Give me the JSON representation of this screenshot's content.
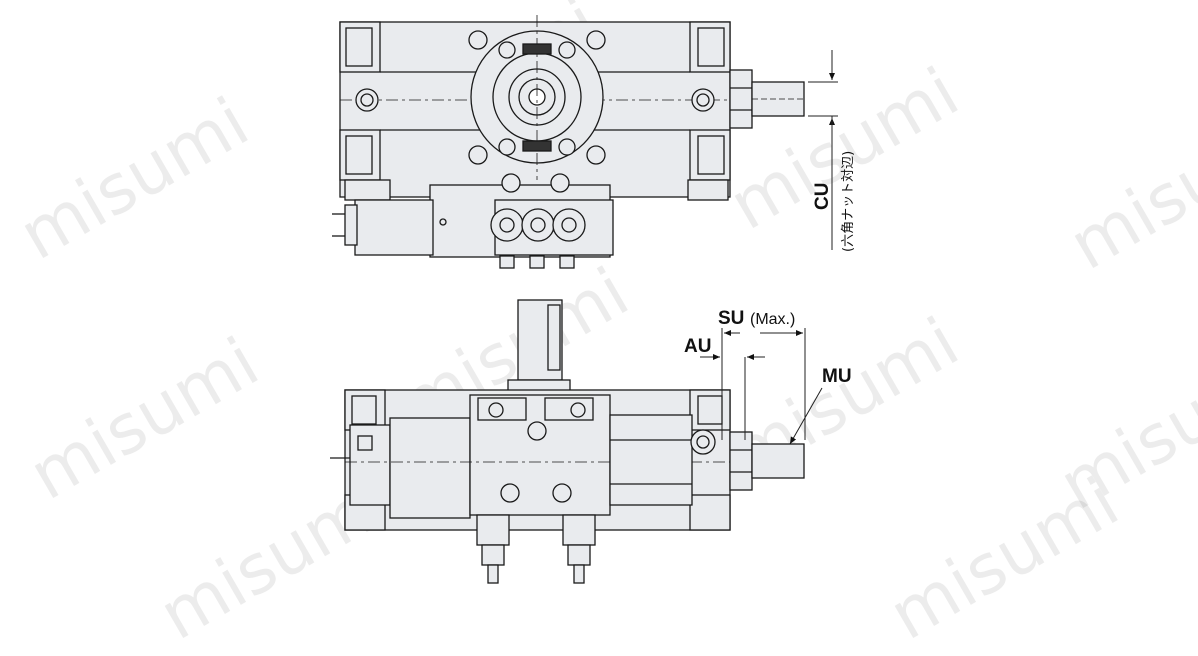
{
  "watermark": "misumi",
  "labels": {
    "cu": "CU",
    "cu_note": "(六角ナット対辺)",
    "su": "SU",
    "su_note": "(Max.)",
    "au": "AU",
    "mu": "MU"
  },
  "colors": {
    "body_fill": "#e9ebee",
    "line": "#1a1a1a",
    "dim_line": "#222222"
  }
}
